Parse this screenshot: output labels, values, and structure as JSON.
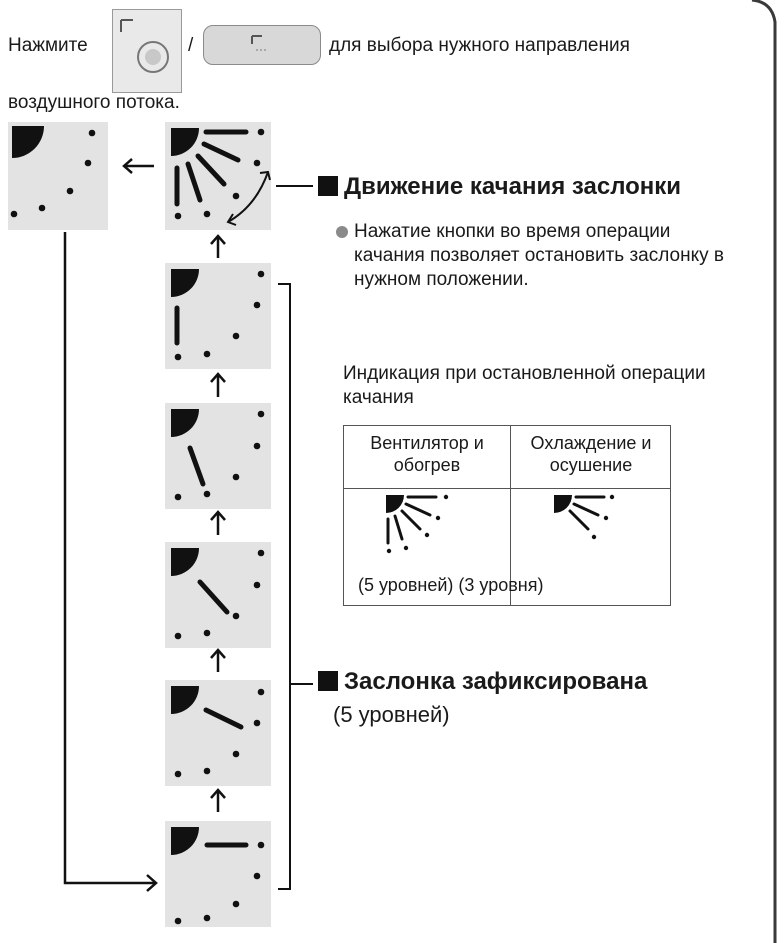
{
  "instruction": {
    "press": "Нажмите",
    "slash": "/",
    "for_selecting": "для выбора нужного направления",
    "airflow": "воздушного потока."
  },
  "swing": {
    "heading": "Движение качания заслонки",
    "note": "Нажатие кнопки во время операции качания позволяет остановить заслонку в нужном положении."
  },
  "indication": {
    "label": "Индикация при остановленной операции качания",
    "col1_header": "Вентилятор и обогрев",
    "col2_header": "Охлаждение и осушение",
    "levels_text": "(5 уровней) (3 уровня)"
  },
  "fixed": {
    "heading": "Заслонка зафиксирована",
    "sub": "(5 уровней)"
  },
  "icons": {
    "remote_button": "louver-remote-button-icon",
    "long_button": "louver-long-button-icon",
    "auto_louver": "auto-louver-icon",
    "swing_louver": "swing-louver-icon",
    "fixed_positions": [
      "louver-position-1-icon",
      "louver-position-2-icon",
      "louver-position-3-icon",
      "louver-position-4-icon",
      "louver-position-5-icon"
    ]
  },
  "colors": {
    "panel": "#e3e3e3",
    "ink": "#1a1a1a"
  }
}
